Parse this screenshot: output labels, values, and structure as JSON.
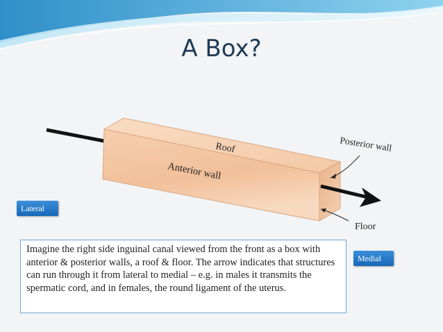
{
  "slide": {
    "title": "A Box?",
    "labels": {
      "roof": "Roof",
      "anterior_wall": "Anterior wall",
      "posterior_wall": "Posterior wall",
      "floor": "Floor"
    },
    "tags": {
      "lateral": "Lateral",
      "medial": "Medial"
    },
    "description": "Imagine the right side inguinal canal viewed from the front as a box with anterior & posterior walls, a roof & floor. The arrow indicates that structures can run through it from lateral to medial – e.g. in males it transmits the spermatic cord, and in females, the round ligament of the uterus."
  },
  "colors": {
    "box_face": "#f4c7a3",
    "box_top": "#f8d5b8",
    "box_end": "#e9b28a",
    "arrow": "#111111",
    "tag_bg": "#1f72c2",
    "note_border": "#6ea3d6",
    "header_wave": "#4aa6d8"
  }
}
